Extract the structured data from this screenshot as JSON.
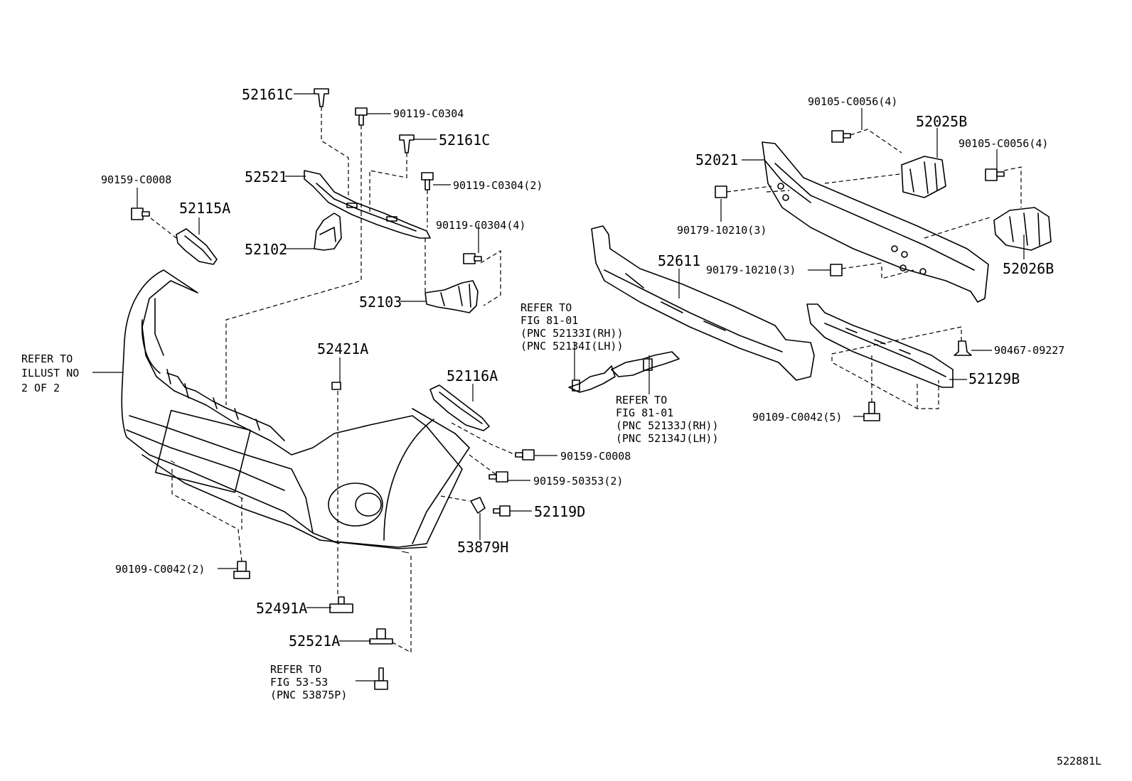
{
  "figure_id": "522881L",
  "labels": {
    "p52161C_top": "52161C",
    "p90119_C0304": "90119-C0304",
    "p52161C_mid": "52161C",
    "p90119_C0304_2": "90119-C0304(2)",
    "p90159_C0008_left": "90159-C0008",
    "p52115A": "52115A",
    "p52521": "52521",
    "p52102": "52102",
    "p90119_C0304_4": "90119-C0304(4)",
    "p52103": "52103",
    "p52421A": "52421A",
    "p52116A": "52116A",
    "p90159_C0008_right": "90159-C0008",
    "p90159_50353_2": "90159-50353(2)",
    "p52119D": "52119D",
    "p53879H": "53879H",
    "p90109_C0042_2": "90109-C0042(2)",
    "p52491A": "52491A",
    "p52521A": "52521A",
    "p90105_C0056_4_a": "90105-C0056(4)",
    "p52025B": "52025B",
    "p90105_C0056_4_b": "90105-C0056(4)",
    "p52021": "52021",
    "p90179_10210_3_a": "90179-10210(3)",
    "p52611": "52611",
    "p90179_10210_3_b": "90179-10210(3)",
    "p52026B": "52026B",
    "p90467_09227": "90467-09227",
    "p52129B": "52129B",
    "p90109_C0042_5": "90109-C0042(5)"
  },
  "refs": {
    "illust": [
      "REFER TO",
      "ILLUST NO",
      "2 OF 2"
    ],
    "fig81_i": [
      "REFER TO",
      "FIG 81-01",
      "(PNC 52133I(RH))",
      "(PNC 52134I(LH))"
    ],
    "fig81_j": [
      "REFER TO",
      "FIG 81-01",
      "(PNC 52133J(RH))",
      "(PNC 52134J(LH))"
    ],
    "fig53": [
      "REFER TO",
      "FIG 53-53",
      "(PNC 53875P)"
    ]
  }
}
